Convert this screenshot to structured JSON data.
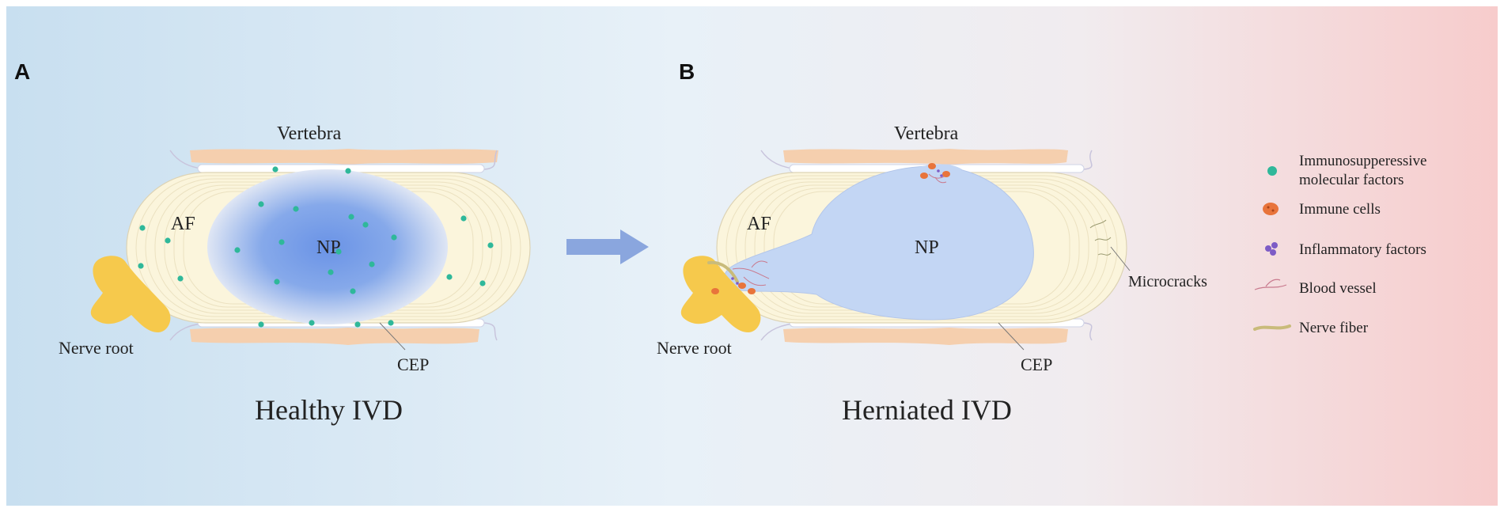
{
  "panels": {
    "a": {
      "letter": "A",
      "title": "Healthy IVD",
      "labels": {
        "vertebra": "Vertebra",
        "af": "AF",
        "np": "NP",
        "nerve_root": "Nerve root",
        "cep": "CEP"
      }
    },
    "b": {
      "letter": "B",
      "title": "Herniated IVD",
      "labels": {
        "vertebra": "Vertebra",
        "af": "AF",
        "np": "NP",
        "nerve_root": "Nerve root",
        "cep": "CEP",
        "microcracks": "Microcracks"
      }
    }
  },
  "legend": {
    "items": [
      {
        "icon": "green-dot-icon",
        "lines": [
          "Immunosupperessive",
          "molecular factors"
        ],
        "color": "#2fb89a"
      },
      {
        "icon": "immune-cell-icon",
        "lines": [
          "Immune cells"
        ],
        "color": "#e8743b"
      },
      {
        "icon": "inflammatory-factor-icon",
        "lines": [
          "Inflammatory factors"
        ],
        "color": "#7d5cc6"
      },
      {
        "icon": "blood-vessel-icon",
        "lines": [
          "Blood vessel"
        ],
        "color": "#c97a8e"
      },
      {
        "icon": "nerve-fiber-icon",
        "lines": [
          "Nerve fiber"
        ],
        "color": "#c9bb7a"
      }
    ]
  },
  "colors": {
    "background_left": "#c8dff0",
    "background_mid": "#e8f1f8",
    "background_right": "#f7cccc",
    "vertebra": "#f5cfae",
    "annulus": "#fbf5dc",
    "nucleus": "#6f97e6",
    "herniated_nucleus": "#c3d6f4",
    "nerve_root": "#f6c94c",
    "arrow": "#8aa6de"
  }
}
